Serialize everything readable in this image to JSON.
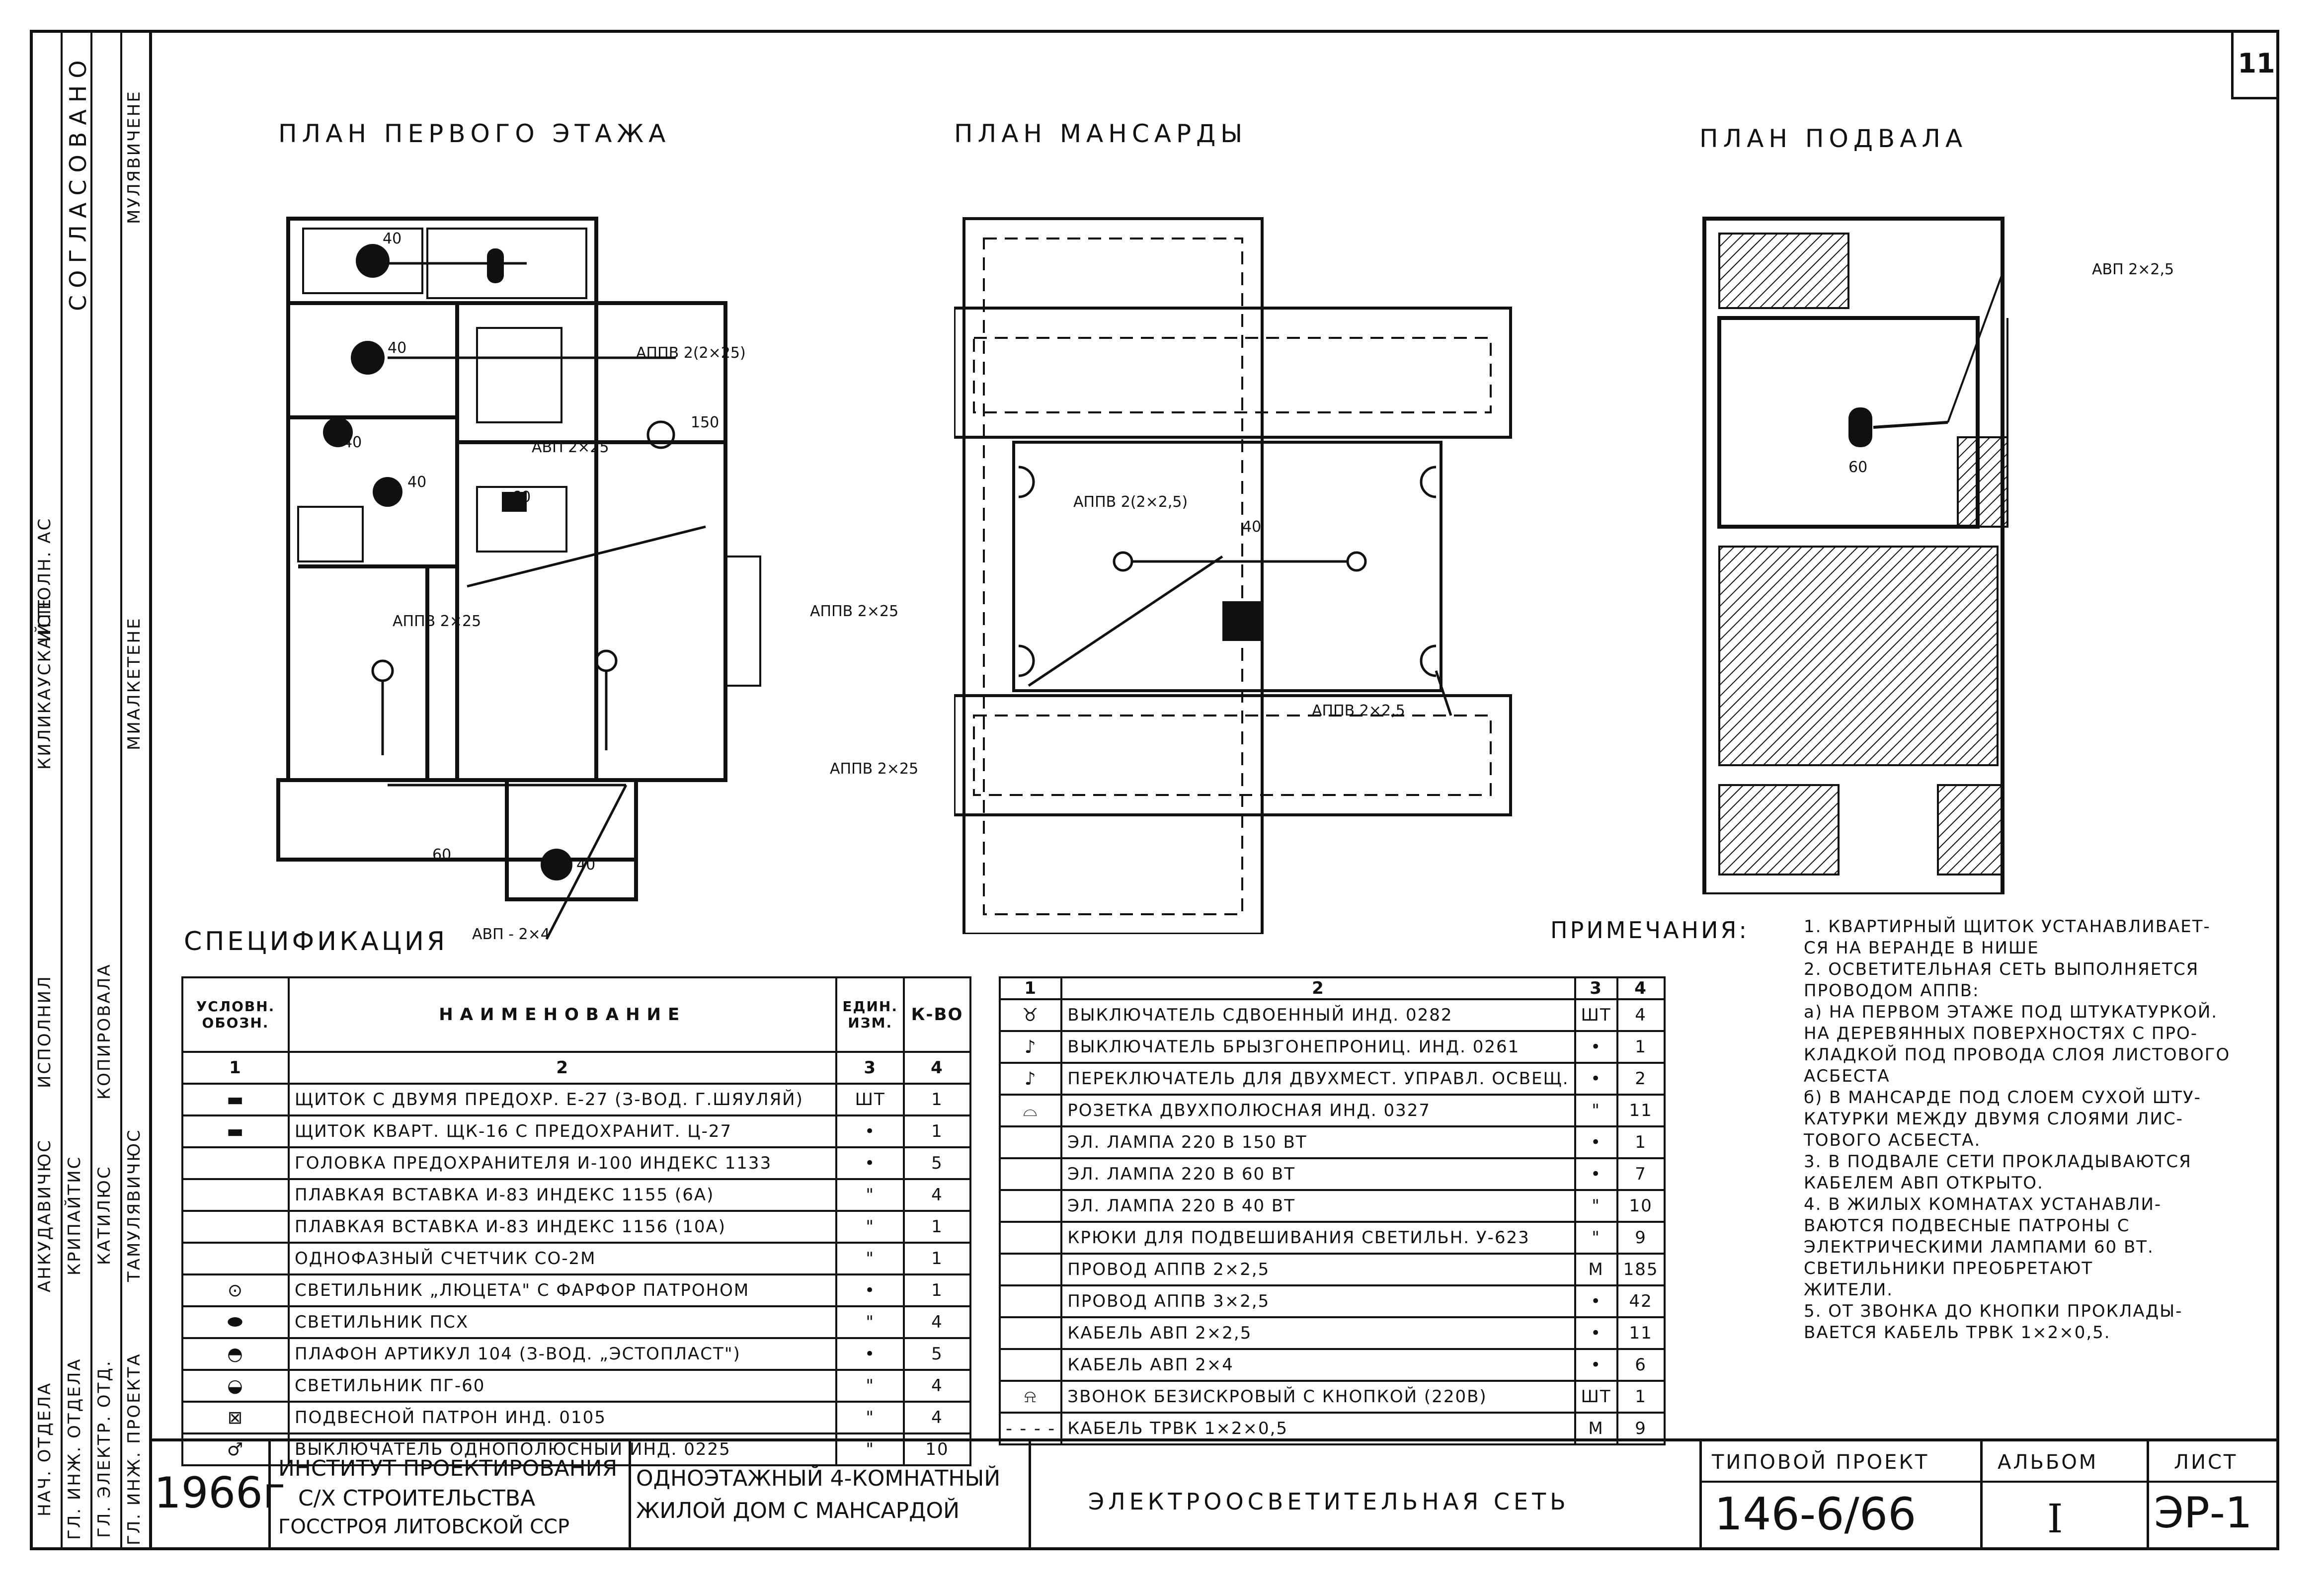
{
  "sheet": {
    "number": "11"
  },
  "plans": {
    "first_floor": {
      "title": "ПЛАН ПЕРВОГО ЭТАЖА",
      "labels": [
        "АППВ 2(2×25)",
        "АВП 2×25",
        "150",
        "АППВ 2×25",
        "АППВ 2×25",
        "АВП - 2×4",
        "40",
        "40",
        "40",
        "40",
        "60",
        "60",
        "40"
      ]
    },
    "attic": {
      "title": "ПЛАН МАНСАРДЫ",
      "labels": [
        "АППВ 2(2×2,5)",
        "40",
        "АППВ 2×25",
        "АППВ 2×2,5"
      ]
    },
    "basement": {
      "title": "ПЛАН ПОДВАЛА",
      "labels": [
        "АВП 2×2,5",
        "60"
      ]
    }
  },
  "specification": {
    "title": "СПЕЦИФИКАЦИЯ",
    "table1": {
      "headers": [
        "УСЛОВН. ОБОЗН.",
        "НАИМЕНОВАНИЕ",
        "ЕДИН. ИЗМ.",
        "К-ВО"
      ],
      "index_row": [
        "1",
        "2",
        "3",
        "4"
      ],
      "rows": [
        {
          "name": "ЩИТОК С ДВУМЯ ПРЕДОХР. Е-27 (З-ВОД. Г.ШЯУЛЯЙ)",
          "unit": "ШТ",
          "qty": "1"
        },
        {
          "name": "ЩИТОК КВАРТ. ЩК-16 С ПРЕДОХРАНИТ. Ц-27",
          "unit": "•",
          "qty": "1"
        },
        {
          "name": "ГОЛОВКА ПРЕДОХРАНИТЕЛЯ И-100 ИНДЕКС 1133",
          "unit": "•",
          "qty": "5"
        },
        {
          "name": "ПЛАВКАЯ ВСТАВКА И-83 ИНДЕКС 1155 (6А)",
          "unit": "\"",
          "qty": "4"
        },
        {
          "name": "ПЛАВКАЯ ВСТАВКА И-83 ИНДЕКС 1156 (10А)",
          "unit": "\"",
          "qty": "1"
        },
        {
          "name": "ОДНОФАЗНЫЙ СЧЕТЧИК СО-2М",
          "unit": "\"",
          "qty": "1"
        },
        {
          "name": "СВЕТИЛЬНИК „ЛЮЦЕТА\" С ФАРФОР ПАТРОНОМ",
          "unit": "•",
          "qty": "1"
        },
        {
          "name": "СВЕТИЛЬНИК ПСХ",
          "unit": "\"",
          "qty": "4"
        },
        {
          "name": "ПЛАФОН АРТИКУЛ 104 (З-ВОД. „ЭСТОПЛАСТ\")",
          "unit": "•",
          "qty": "5"
        },
        {
          "name": "СВЕТИЛЬНИК ПГ-60",
          "unit": "\"",
          "qty": "4"
        },
        {
          "name": "ПОДВЕСНОЙ ПАТРОН ИНД. 0105",
          "unit": "\"",
          "qty": "4"
        },
        {
          "name": "ВЫКЛЮЧАТЕЛЬ ОДНОПОЛЮСНЫЙ ИНД. 0225",
          "unit": "\"",
          "qty": "10"
        }
      ]
    },
    "table2": {
      "index_row": [
        "1",
        "2",
        "3",
        "4"
      ],
      "rows": [
        {
          "name": "ВЫКЛЮЧАТЕЛЬ СДВОЕННЫЙ ИНД. 0282",
          "unit": "ШТ",
          "qty": "4"
        },
        {
          "name": "ВЫКЛЮЧАТЕЛЬ БРЫЗГОНЕПРОНИЦ. ИНД. 0261",
          "unit": "•",
          "qty": "1"
        },
        {
          "name": "ПЕРЕКЛЮЧАТЕЛЬ ДЛЯ ДВУХМЕСТ. УПРАВЛ. ОСВЕЩ.",
          "unit": "•",
          "qty": "2"
        },
        {
          "name": "РОЗЕТКА ДВУХПОЛЮСНАЯ ИНД. 0327",
          "unit": "\"",
          "qty": "11"
        },
        {
          "name": "ЭЛ. ЛАМПА 220 В 150 ВТ",
          "unit": "•",
          "qty": "1"
        },
        {
          "name": "ЭЛ. ЛАМПА 220 В 60 ВТ",
          "unit": "•",
          "qty": "7"
        },
        {
          "name": "ЭЛ. ЛАМПА 220 В 40 ВТ",
          "unit": "\"",
          "qty": "10"
        },
        {
          "name": "КРЮКИ ДЛЯ ПОДВЕШИВАНИЯ СВЕТИЛЬН. У-623",
          "unit": "\"",
          "qty": "9"
        },
        {
          "name": "ПРОВОД АППВ 2×2,5",
          "unit": "М",
          "qty": "185"
        },
        {
          "name": "ПРОВОД АППВ 3×2,5",
          "unit": "•",
          "qty": "42"
        },
        {
          "name": "КАБЕЛЬ АВП 2×2,5",
          "unit": "•",
          "qty": "11"
        },
        {
          "name": "КАБЕЛЬ АВП 2×4",
          "unit": "•",
          "qty": "6"
        },
        {
          "name": "ЗВОНОК БЕЗИСКРОВЫЙ С КНОПКОЙ (220В)",
          "unit": "ШТ",
          "qty": "1"
        },
        {
          "name": "КАБЕЛЬ ТРВК 1×2×0,5",
          "unit": "М",
          "qty": "9"
        }
      ]
    }
  },
  "notes": {
    "title": "ПРИМЕЧАНИЯ:",
    "lines": [
      "1. КВАРТИРНЫЙ ЩИТОК УСТАНАВЛИВАЕТ-",
      "СЯ НА ВЕРАНДЕ В НИШЕ",
      "2. ОСВЕТИТЕЛЬНАЯ СЕТЬ ВЫПОЛНЯЕТСЯ",
      "ПРОВОДОМ АППВ:",
      "а) НА ПЕРВОМ ЭТАЖЕ ПОД ШТУКАТУРКОЙ.",
      "НА ДЕРЕВЯННЫХ ПОВЕРХНОСТЯХ С ПРО-",
      "КЛАДКОЙ ПОД ПРОВОДА СЛОЯ ЛИСТОВОГО",
      "АСБЕСТА",
      "б) В МАНСАРДЕ ПОД СЛОЕМ СУХОЙ ШТУ-",
      "КАТУРКИ МЕЖДУ ДВУМЯ СЛОЯМИ ЛИС-",
      "ТОВОГО АСБЕСТА.",
      "3. В ПОДВАЛЕ СЕТИ ПРОКЛАДЫВАЮТСЯ",
      "КАБЕЛЕМ АВП ОТКРЫТО.",
      "4. В ЖИЛЫХ КОМНАТАХ УСТАНАВЛИ-",
      "ВАЮТСЯ ПОДВЕСНЫЕ ПАТРОНЫ С",
      "ЭЛЕКТРИЧЕСКИМИ ЛАМПАМИ 60 ВТ.",
      "СВЕТИЛЬНИКИ ПРЕОБРЕТАЮТ",
      "ЖИТЕЛИ.",
      "5. ОТ ЗВОНКА ДО КНОПКИ ПРОКЛАДЫ-",
      "ВАЕТСЯ КАБЕЛЬ ТРВК 1×2×0,5."
    ]
  },
  "title_block": {
    "year": "1966г",
    "institute_line1": "ИНСТИТУТ ПРОЕКТИРОВАНИЯ",
    "institute_line2": "С/Х СТРОИТЕЛЬСТВА",
    "institute_line3": "ГОССТРОЯ ЛИТОВСКОЙ ССР",
    "object_line1": "ОДНОЭТАЖНЫЙ 4-КОМНАТНЫЙ",
    "object_line2": "ЖИЛОЙ ДОМ С МАНСАРДОЙ",
    "drawing_title": "ЭЛЕКТРООСВЕТИТЕЛЬНАЯ СЕТЬ",
    "typical_project_label": "ТИПОВОЙ ПРОЕКТ",
    "typical_project_value": "146-6/66",
    "album_label": "АЛЬБОМ",
    "album_value": "I",
    "sheet_label": "ЛИСТ",
    "sheet_value": "ЭР-1"
  },
  "side_stamp": {
    "header": "СОГЛАСОВАНО",
    "roles": [
      "НАЧ. ОТДЕЛА",
      "ГЛ. ИНЖ. ОТДЕЛА",
      "ГЛ. ЭЛЕКТР. ОТД.",
      "ГЛ. ИНЖ. ПРОЕКТА",
      "ИСПОЛНИЛ",
      "КОПИРОВАЛА",
      "ИСПОЛН. АС"
    ],
    "names": [
      "КИЛИКАУСКАЙТЕ",
      "АНКУДАВИЧЮС",
      "КРИПАЙТИС",
      "КАТИЛЮС",
      "ТАМУЛЯВИЧЮС",
      "МИАЛКЕТЕНЕ",
      "МУЛЯВИЧЕНЕ"
    ]
  }
}
